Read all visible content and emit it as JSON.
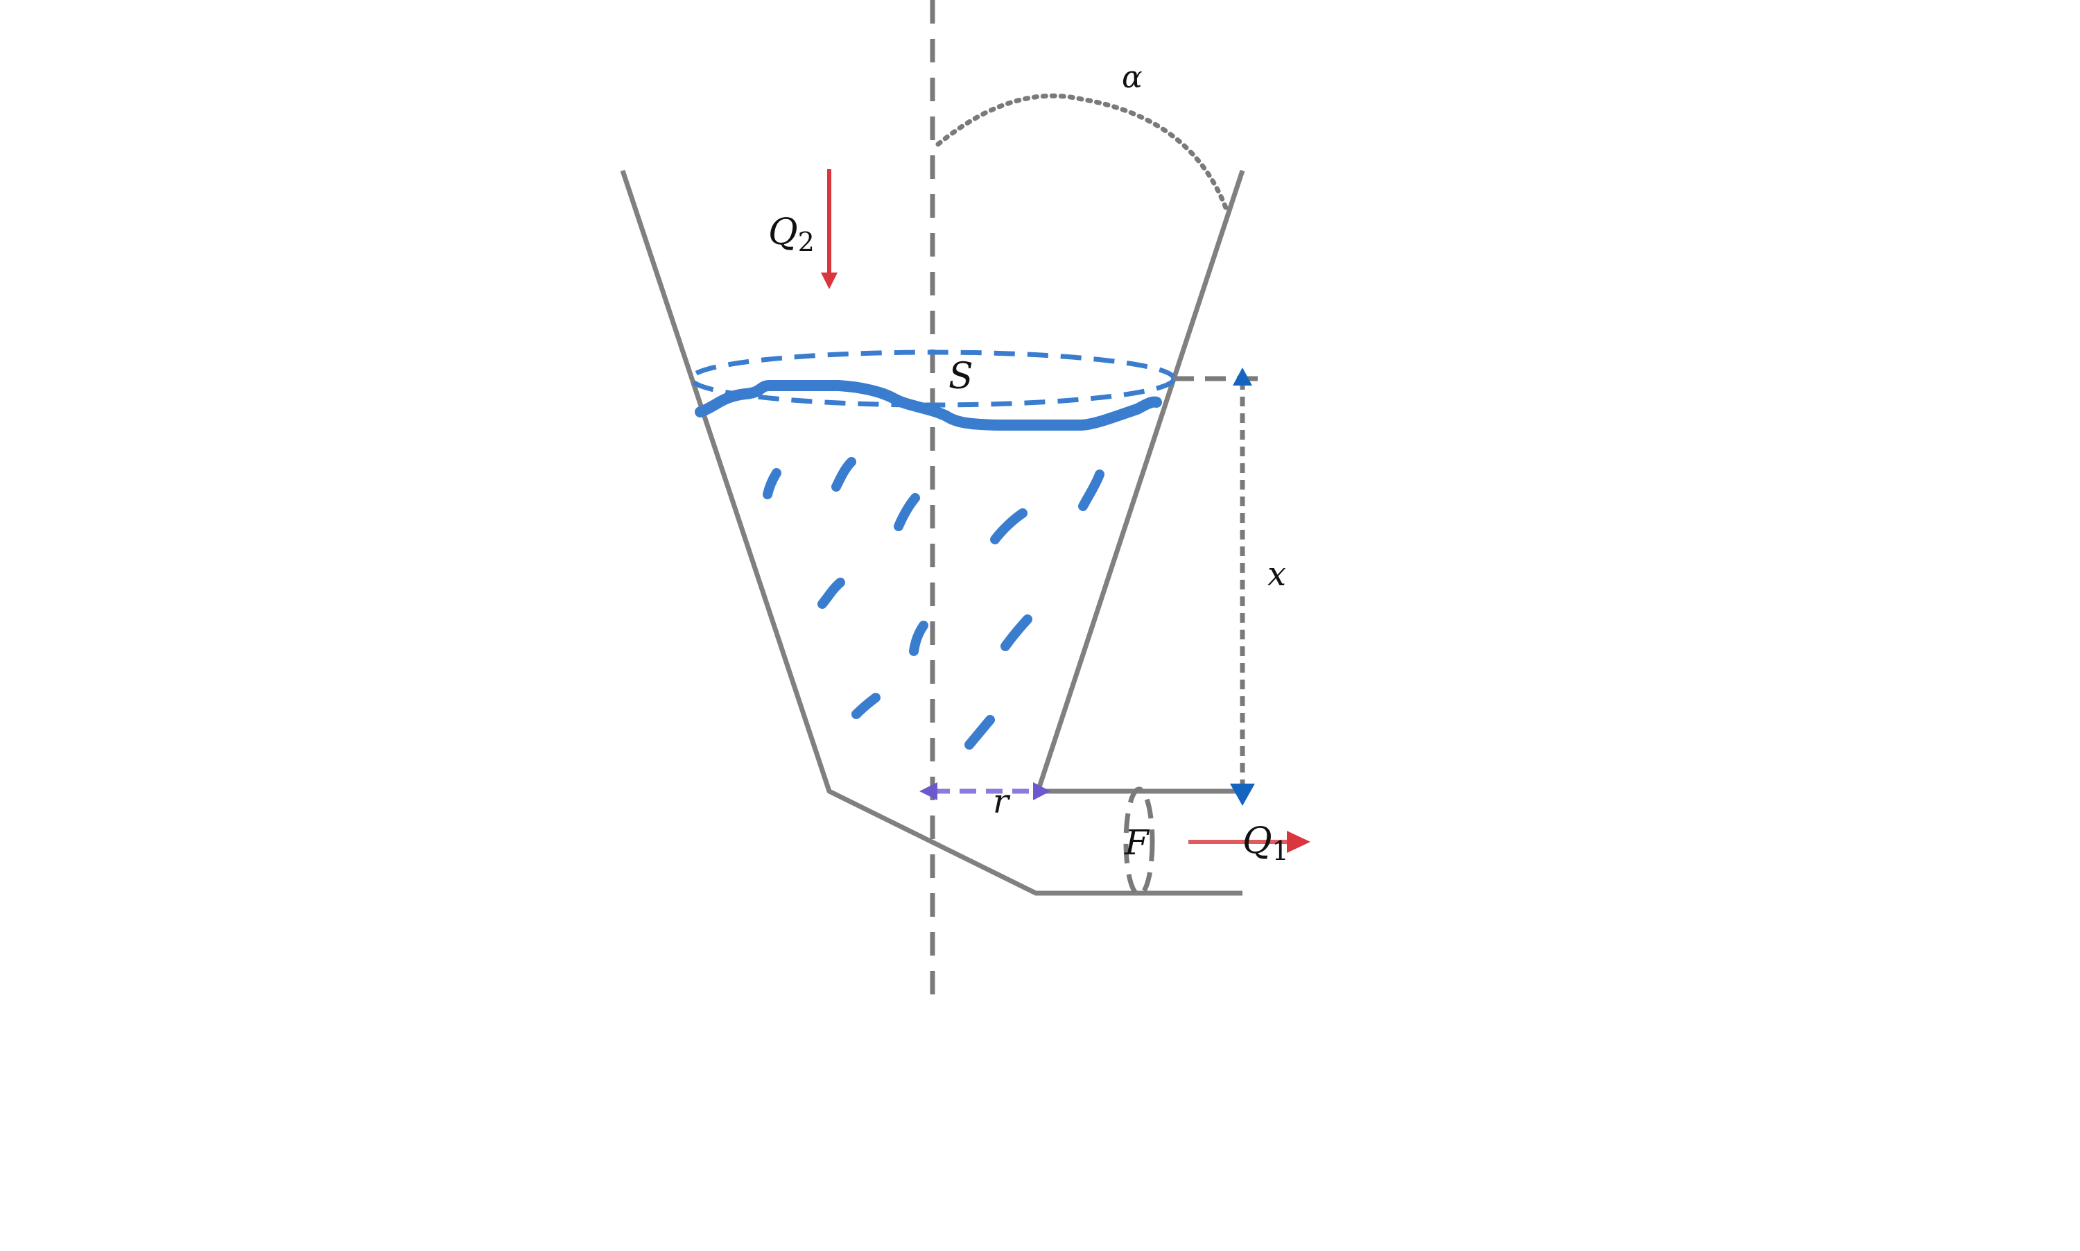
{
  "labels": {
    "alpha": "α",
    "q2_symbol": "Q",
    "q2_subscript": "2",
    "surface": "S",
    "height": "x",
    "radius": "r",
    "outlet_section": "F",
    "q1_symbol": "Q",
    "q1_subscript": "1"
  },
  "colors": {
    "vessel": "#808080",
    "axis": "#7a7a7a",
    "water": "#3a7dcf",
    "flow_arrow": "#d9363e",
    "height_arrow": "#1565c0",
    "radius_arrow": "#6a5acd",
    "text": "#111111"
  }
}
